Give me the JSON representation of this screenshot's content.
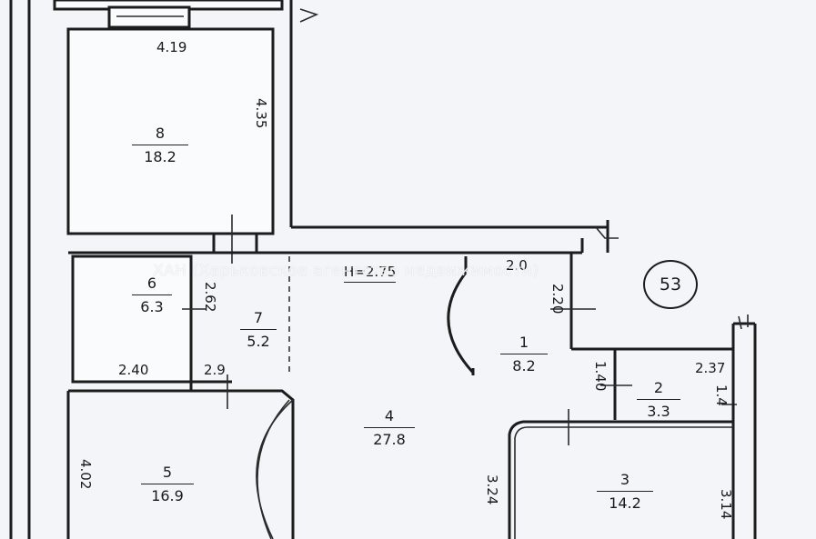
{
  "watermark": "ХАН (Харьковское агентство недвижимости)",
  "apartment_number": "53",
  "height_note": "H=2.75",
  "rooms": [
    {
      "id": "8",
      "area": "18.2"
    },
    {
      "id": "6",
      "area": "6.3"
    },
    {
      "id": "7",
      "area": "5.2"
    },
    {
      "id": "4",
      "area": "27.8"
    },
    {
      "id": "1",
      "area": "8.2"
    },
    {
      "id": "2",
      "area": "3.3"
    },
    {
      "id": "5",
      "area": "16.9"
    },
    {
      "id": "3",
      "area": "14.2"
    }
  ],
  "dimensions": {
    "room8_width": "4.19",
    "room8_length": "4.35",
    "room6_height": "2.62",
    "room6_width": "2.40",
    "room7_width": "2.9",
    "room1_width": "2.0",
    "room1_height": "2.20",
    "room2_width": "2.37",
    "room2_height_left": "1.40",
    "room2_height_right": "1.4",
    "room5_height": "4.02",
    "room3_height_left": "3.24",
    "room3_height_right": "3.14"
  },
  "colors": {
    "paper": "#f4f5f8",
    "ink": "#1c1c1c"
  }
}
